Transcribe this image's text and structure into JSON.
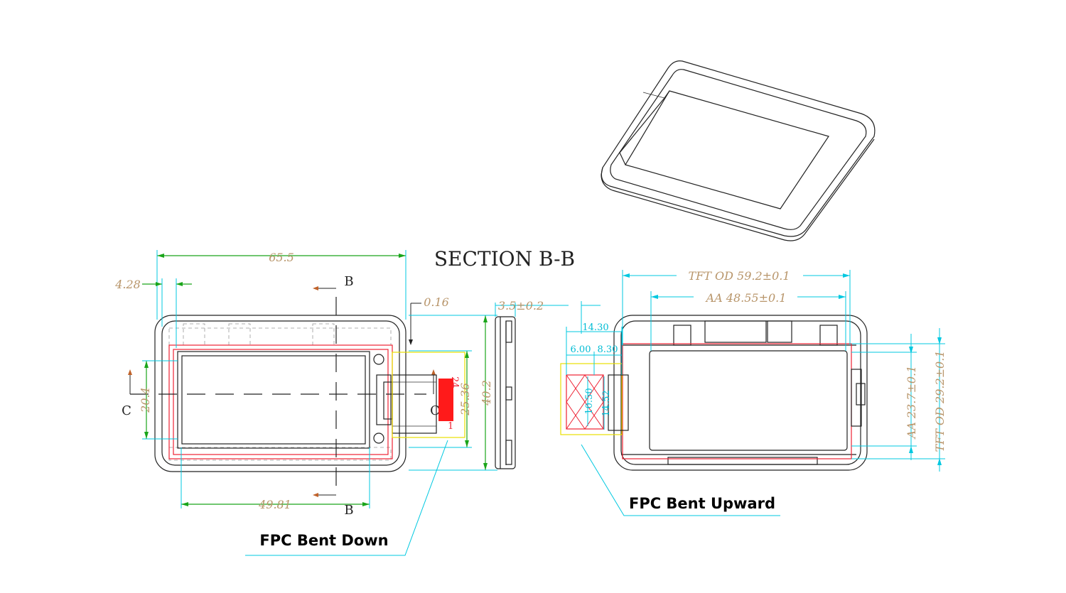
{
  "title": "SECTION B-B",
  "left_view": {
    "dims": {
      "overall_width": "65.5",
      "bezel_offset": "4.28",
      "gap": "0.16",
      "aa_height": "20.4",
      "fpc_height": "25.36",
      "total_height": "40.2",
      "aa_width": "49.81"
    },
    "section_labels": {
      "b_top": "B",
      "b_bottom": "B",
      "c_left": "C",
      "c_right": "C"
    },
    "pin_label": "24",
    "pin_label_bottom": "1",
    "callout": "FPC Bent Down"
  },
  "side_view": {
    "thickness": "3.5±0.2"
  },
  "right_view": {
    "dims": {
      "tft_od_width": "TFT OD 59.2±0.1",
      "aa_width": "AA 48.55±0.1",
      "fpc_14_30": "14.30",
      "fpc_6_00": "6.00",
      "fpc_8_30": "8.30",
      "fpc_small": "10.50",
      "fpc_14_52": "14.52",
      "aa_height": "AA 23.7±0.1",
      "tft_od_height": "TFT OD 29.2±0.1"
    },
    "callout": "FPC Bent Upward"
  }
}
